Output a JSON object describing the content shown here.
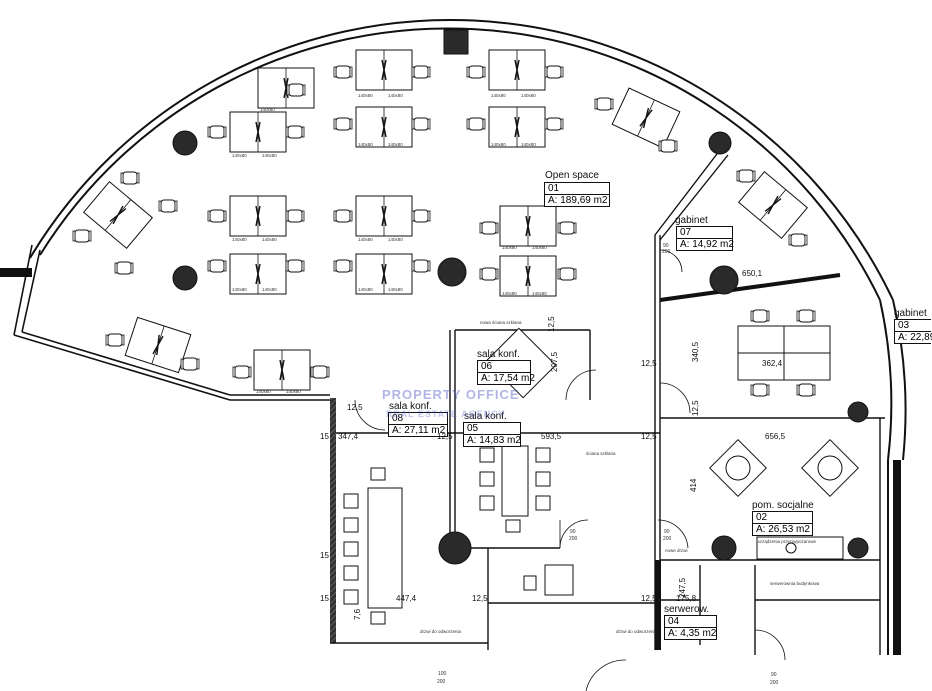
{
  "rooms": {
    "open_space": {
      "name": "Open space",
      "number": "01",
      "area": "A: 189,69 m2"
    },
    "gabinet_07": {
      "name": "gabinet",
      "number": "07",
      "area": "A: 14,92 m2"
    },
    "gabinet_03": {
      "name": "gabinet",
      "number": "03",
      "area": "A: 22,89"
    },
    "sala_konf_06": {
      "name": "sala konf.",
      "number": "06",
      "area": "A: 17,54 m2"
    },
    "sala_konf_08": {
      "name": "sala konf.",
      "number": "08",
      "area": "A: 27,11 m2"
    },
    "sala_konf_05": {
      "name": "sala konf.",
      "number": "05",
      "area": "A: 14,83 m2"
    },
    "pom_socjalne": {
      "name": "pom. socjalne",
      "number": "02",
      "area": "A: 26,53 m2"
    },
    "serwerow": {
      "name": "serwerow.",
      "number": "04",
      "area": "A: 4,35 m2"
    }
  },
  "dimensions": {
    "d650": "650,1",
    "d340": "340,5",
    "d12a": "12,5",
    "d12b": "12,5",
    "d12c": "12,5",
    "d12d": "12,5",
    "d12e": "12,5",
    "d12f": "12,5",
    "d347": "347,4",
    "d15a": "15",
    "d593": "593,5",
    "d656": "656,5",
    "d414": "414",
    "d15b": "15",
    "d15c": "15",
    "d447": "447,4",
    "d175": "175,8",
    "d247": "247,5",
    "d207": "207,5",
    "d362": "362,4",
    "d7": "7,6",
    "d12v1": "12,5",
    "d12v2": "12,5"
  },
  "desk_label": "140x80",
  "doors": {
    "d90": "90",
    "d200": "200",
    "d100": "100"
  },
  "small_texts": {
    "nowa_sciana": "nowa ściana szklana",
    "sciana_szklana": "ściana szklana",
    "dzwi_do_odworzenia": "drzwi do odworzenia",
    "serwer_budynkowa": "serwerownia budynkowa",
    "nowe_drzwi": "nowe drzwi",
    "urzadzenie": "urządzenia przeciwpożarowe"
  },
  "watermark": {
    "line1": "PROPERTY OFFICE",
    "line2": "REAL ESTATE AGENCY"
  },
  "colors": {
    "ink": "#111111",
    "watermark": "#5a64c8",
    "column": "#2a2a2a"
  }
}
